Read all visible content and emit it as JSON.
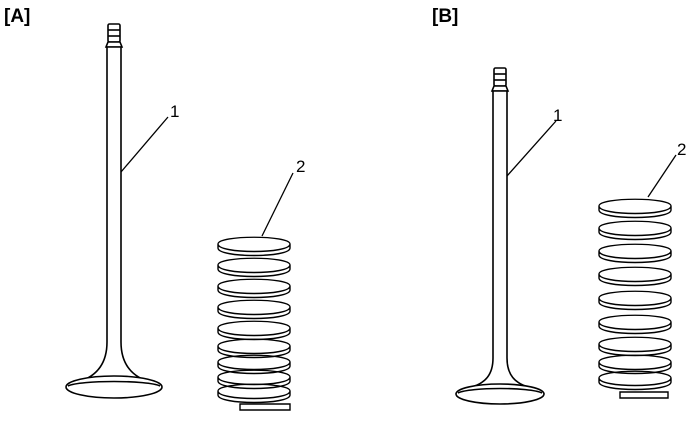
{
  "panels": [
    {
      "id": "A",
      "label": "[A]",
      "callouts": [
        "1",
        "2"
      ]
    },
    {
      "id": "B",
      "label": "[B]",
      "callouts": [
        "1",
        "2"
      ]
    }
  ],
  "colors": {
    "line": "#000000",
    "fill": "#ffffff",
    "shade": "#e6e6e6"
  }
}
